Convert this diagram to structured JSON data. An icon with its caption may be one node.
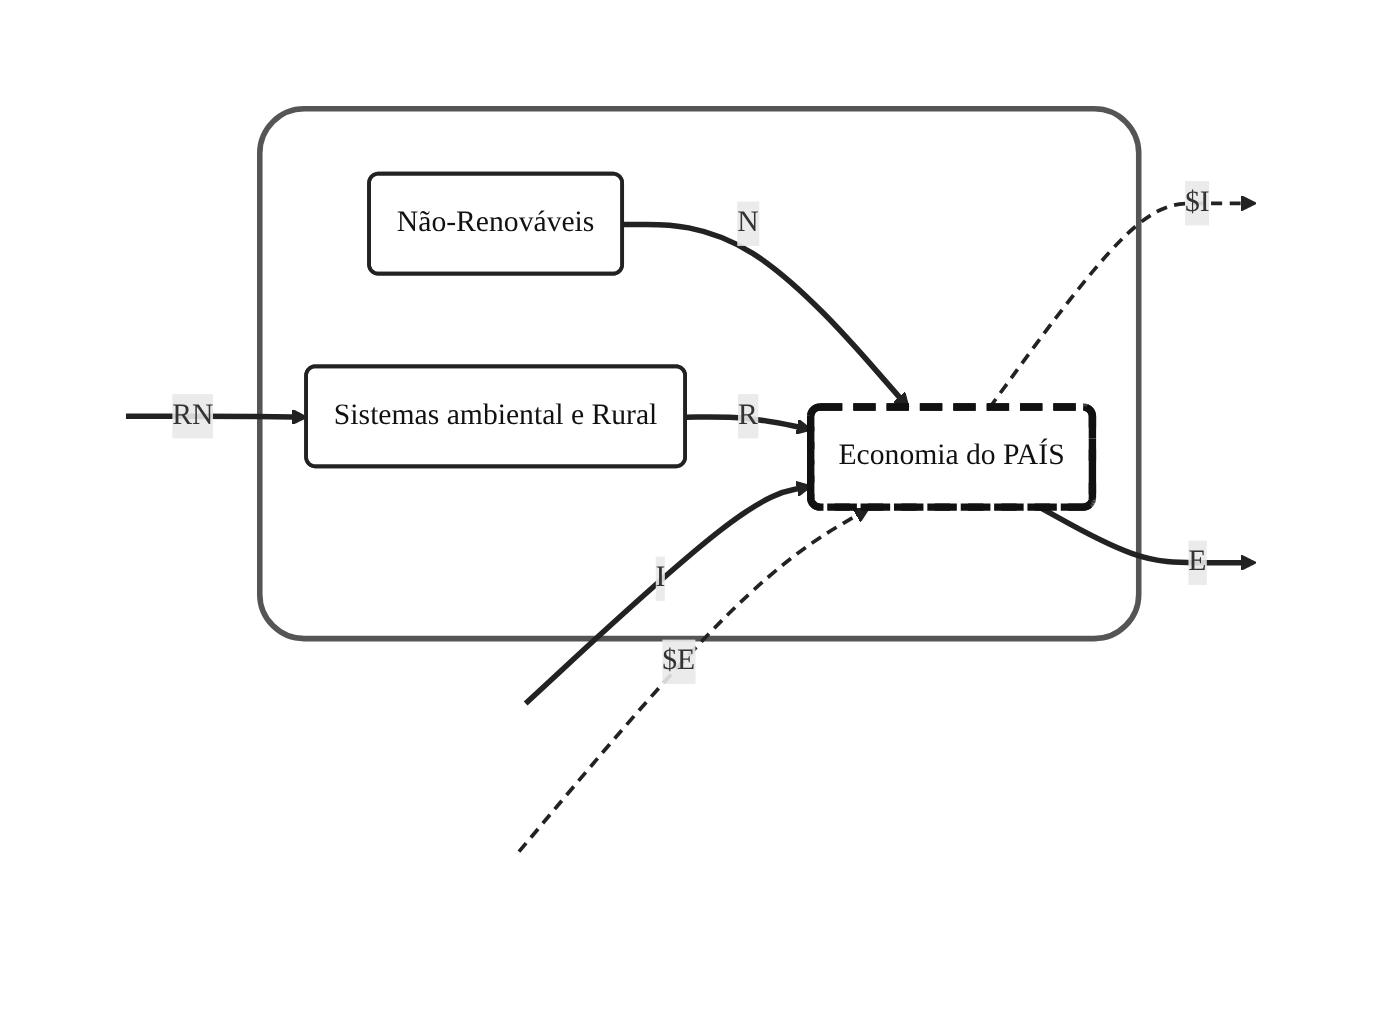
{
  "diagram": {
    "nodes": [
      {
        "text": [],
        "shape": "box"
      },
      {
        "text": [
          "Não-Renováveis"
        ],
        "in": 0
      },
      {
        "text": [
          "Sistemas ambiental e Rural"
        ],
        "in": 0
      },
      {
        "text": [
          "Economia do PAÍS"
        ],
        "in": 0
      }
    ],
    "edges": [
      {
        "from": null,
        "to": 2,
        "arrow": "to",
        "label": "RN"
      },
      {
        "from": 1,
        "to": 3,
        "arrow": "to",
        "label": "N"
      },
      {
        "from": 2,
        "to": 3,
        "arrow": "to",
        "label": "R"
      },
      {
        "from": 3,
        "to": null,
        "arrow": "to",
        "label": "$I",
        "style": "dashed"
      },
      {
        "from": null,
        "to": 3,
        "arrow": "to",
        "label": "I"
      },
      {
        "from": null,
        "to": 3,
        "arrow": "to",
        "label": "$E",
        "style": "dashed"
      },
      {
        "from": 3,
        "to": null,
        "arrow": "to",
        "label": "E"
      }
    ]
  }
}
